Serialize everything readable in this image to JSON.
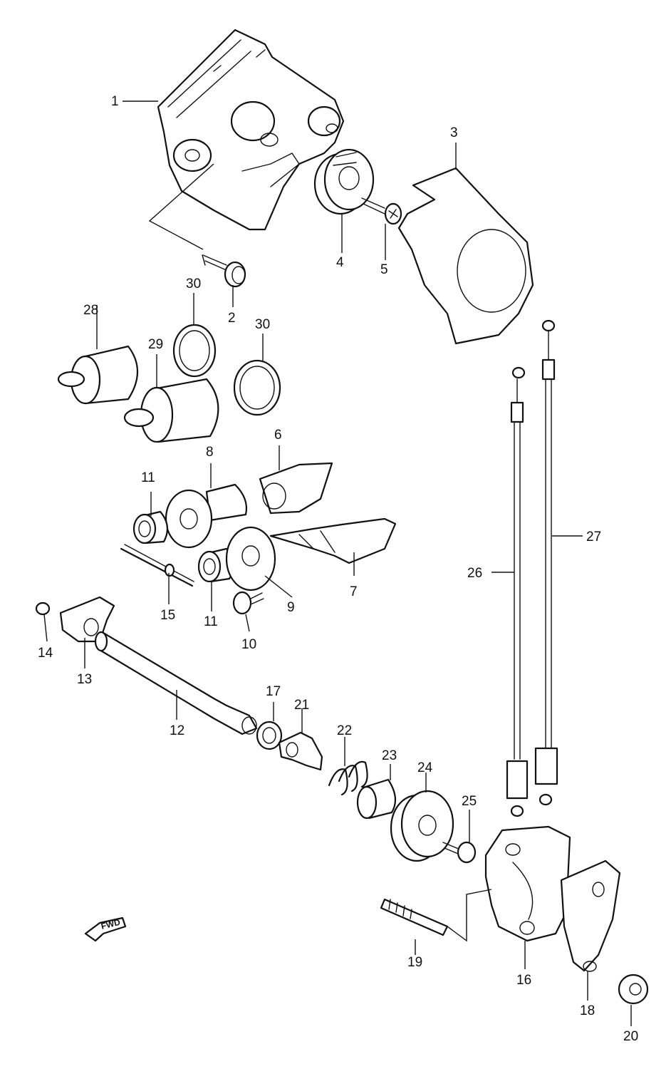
{
  "callouts": {
    "c1": "1",
    "c2": "2",
    "c3": "3",
    "c4": "4",
    "c5": "5",
    "c6": "6",
    "c7": "7",
    "c8": "8",
    "c9": "9",
    "c10": "10",
    "c11a": "11",
    "c11b": "11",
    "c12": "12",
    "c13": "13",
    "c14": "14",
    "c15": "15",
    "c16": "16",
    "c17": "17",
    "c18": "18",
    "c19": "19",
    "c20": "20",
    "c21": "21",
    "c22": "22",
    "c23": "23",
    "c24": "24",
    "c25": "25",
    "c26": "26",
    "c27": "27",
    "c28": "28",
    "c29": "29",
    "c30a": "30",
    "c30b": "30"
  },
  "fwd_label": "FWD"
}
